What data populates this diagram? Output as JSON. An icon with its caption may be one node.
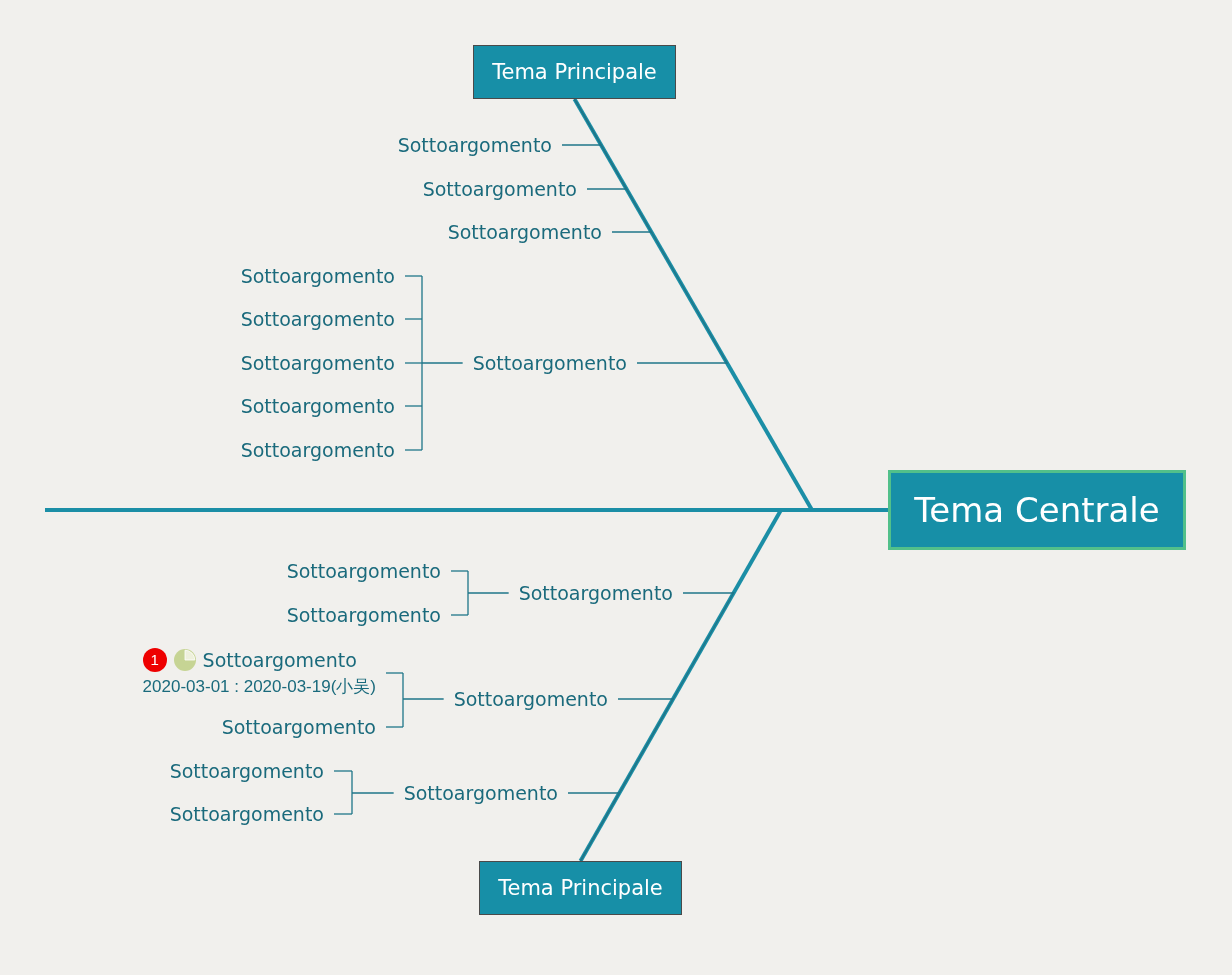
{
  "diagram": {
    "nodes": [
      {
        "text": [
          "Tema Principale"
        ]
      },
      {
        "text": [
          "Sottoargomento"
        ]
      },
      {
        "text": [
          "Sottoargomento"
        ]
      },
      {
        "text": [
          "Sottoargomento"
        ]
      },
      {
        "text": [
          "Sottoargomento"
        ]
      },
      {
        "text": [
          "Sottoargomento"
        ]
      },
      {
        "text": [
          "Sottoargomento"
        ]
      },
      {
        "text": [
          "Sottoargomento"
        ]
      },
      {
        "text": [
          "Sottoargomento"
        ]
      },
      {
        "text": [
          "Sottoargomento"
        ]
      },
      {
        "text": [
          "Tema Centrale"
        ]
      },
      {
        "text": [
          "Sottoargomento"
        ]
      },
      {
        "text": [
          "Sottoargomento"
        ]
      },
      {
        "text": [
          "Sottoargomento"
        ]
      },
      {
        "text": [
          "Sottoargomento"
        ]
      },
      {
        "text": [
          "Sottoargomento"
        ],
        "beside": [
          "2020-03-01 : 2020-03-19(小吴)"
        ]
      },
      {
        "text": [
          "Sottoargomento"
        ]
      },
      {
        "text": [
          "Sottoargomento"
        ]
      },
      {
        "text": [
          "Sottoargomento"
        ]
      },
      {
        "text": [
          "Sottoargomento"
        ]
      },
      {
        "text": [
          "Tema Principale"
        ]
      }
    ],
    "edges": [
      {
        "from": 10,
        "to": null,
        "arrow": "none",
        "style": "thick",
        "color": "#1b8ea6"
      },
      {
        "from": 10,
        "to": 0,
        "arrow": "none",
        "style": "thick",
        "color": "#1b8ea6"
      },
      {
        "from": 10,
        "to": 20,
        "arrow": "none",
        "style": "thick",
        "color": "#1b8ea6"
      },
      {
        "from": 0,
        "to": 1,
        "arrow": "none"
      },
      {
        "from": 0,
        "to": 2,
        "arrow": "none"
      },
      {
        "from": 0,
        "to": 3,
        "arrow": "none"
      },
      {
        "from": 0,
        "to": 4,
        "arrow": "none"
      },
      {
        "from": 4,
        "to": 5,
        "arrow": "none"
      },
      {
        "from": 4,
        "to": 6,
        "arrow": "none"
      },
      {
        "from": 4,
        "to": 7,
        "arrow": "none"
      },
      {
        "from": 4,
        "to": 8,
        "arrow": "none"
      },
      {
        "from": 4,
        "to": 9,
        "arrow": "none"
      },
      {
        "from": 20,
        "to": 11,
        "arrow": "none"
      },
      {
        "from": 20,
        "to": 14,
        "arrow": "none"
      },
      {
        "from": 20,
        "to": 17,
        "arrow": "none"
      },
      {
        "from": 11,
        "to": 12,
        "arrow": "none"
      },
      {
        "from": 11,
        "to": 13,
        "arrow": "none"
      },
      {
        "from": 14,
        "to": 15,
        "arrow": "none"
      },
      {
        "from": 14,
        "to": 16,
        "arrow": "none"
      },
      {
        "from": 17,
        "to": 18,
        "arrow": "none"
      },
      {
        "from": 17,
        "to": 19,
        "arrow": "none"
      }
    ],
    "labels": [
      "1"
    ]
  }
}
